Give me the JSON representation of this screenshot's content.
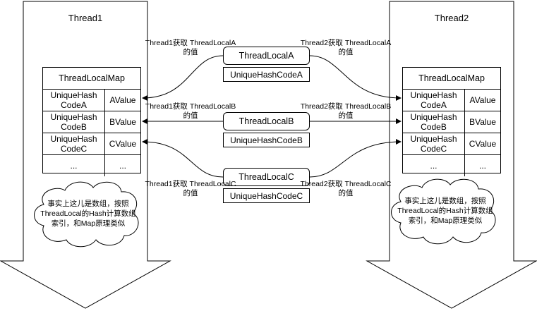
{
  "threads": [
    {
      "title": "Thread1",
      "map": {
        "title": "ThreadLocalMap",
        "rows": [
          {
            "key": "UniqueHash CodeA",
            "value": "AValue"
          },
          {
            "key": "UniqueHash CodeB",
            "value": "BValue"
          },
          {
            "key": "UniqueHash CodeC",
            "value": "CValue"
          },
          {
            "key": "...",
            "value": "..."
          }
        ]
      },
      "note": "事实上这儿是数组，按照ThreadLocal的Hash计算数组索引，和Map原理类似"
    },
    {
      "title": "Thread2",
      "map": {
        "title": "ThreadLocalMap",
        "rows": [
          {
            "key": "UniqueHash CodeA",
            "value": "AValue"
          },
          {
            "key": "UniqueHash CodeB",
            "value": "BValue"
          },
          {
            "key": "UniqueHash CodeC",
            "value": "CValue"
          },
          {
            "key": "...",
            "value": "..."
          }
        ]
      },
      "note": "事实上这儿是数组，按照ThreadLocal的Hash计算数组索引，和Map原理类似"
    }
  ],
  "thread_locals": [
    {
      "name": "ThreadLocalA",
      "code": "UniqueHashCodeA",
      "label_left": "Thread1获取 ThreadLocalA的值",
      "label_right": "Thread2获取 ThreadLocalA的值"
    },
    {
      "name": "ThreadLocalB",
      "code": "UniqueHashCodeB",
      "label_left": "Thread1获取 ThreadLocalB的值",
      "label_right": "Thread2获取 ThreadLocalB的值"
    },
    {
      "name": "ThreadLocalC",
      "code": "UniqueHashCodeC",
      "label_left": "Thread1获取 ThreadLocalC的值",
      "label_right": "Thread2获取 ThreadLocalC的值"
    }
  ]
}
